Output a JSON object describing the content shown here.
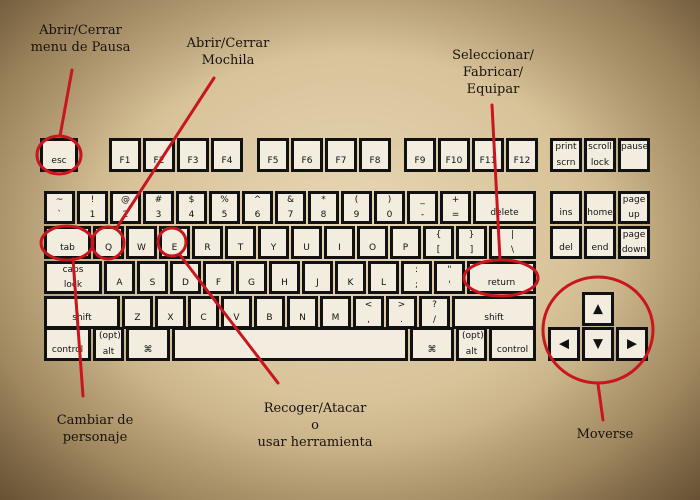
{
  "callouts": {
    "pause": {
      "line1": "Abrir/Cerrar",
      "line2": "menu de Pausa"
    },
    "backpack": {
      "line1": "Abrir/Cerrar",
      "line2": "Mochila"
    },
    "select": {
      "line1": "Seleccionar/",
      "line2": "Fabricar/",
      "line3": "Equipar"
    },
    "switch": {
      "line1": "Cambiar de",
      "line2": "personaje"
    },
    "pickup": {
      "line1": "Recoger/Atacar",
      "line2": "o",
      "line3": "usar herramienta"
    },
    "move": {
      "line1": "Moverse"
    }
  },
  "keys": {
    "esc": "esc",
    "f1": "F1",
    "f2": "F2",
    "f3": "F3",
    "f4": "F4",
    "f5": "F5",
    "f6": "F6",
    "f7": "F7",
    "f8": "F8",
    "f9": "F9",
    "f10": "F10",
    "f11": "F11",
    "f12": "F12",
    "print_top": "print",
    "print_bottom": "scrn",
    "scroll_top": "scroll",
    "scroll_bottom": "lock",
    "pause": "pause",
    "backtick_top": "~",
    "backtick_bottom": "`",
    "n1_top": "!",
    "n1_bottom": "1",
    "n2_top": "@",
    "n2_bottom": "2",
    "n3_top": "#",
    "n3_bottom": "3",
    "n4_top": "$",
    "n4_bottom": "4",
    "n5_top": "%",
    "n5_bottom": "5",
    "n6_top": "^",
    "n6_bottom": "6",
    "n7_top": "&",
    "n7_bottom": "7",
    "n8_top": "*",
    "n8_bottom": "8",
    "n9_top": "(",
    "n9_bottom": "9",
    "n0_top": ")",
    "n0_bottom": "0",
    "minus_top": "_",
    "minus_bottom": "-",
    "equal_top": "+",
    "equal_bottom": "=",
    "delete": "delete",
    "ins": "ins",
    "home": "home",
    "pageup_top": "page",
    "pageup_bottom": "up",
    "tab": "tab",
    "q": "Q",
    "w": "W",
    "e": "E",
    "r": "R",
    "t": "T",
    "y": "Y",
    "u": "U",
    "i": "I",
    "o": "O",
    "p": "P",
    "lbracket_top": "{",
    "lbracket_bottom": "[",
    "rbracket_top": "}",
    "rbracket_bottom": "]",
    "backslash_top": "|",
    "backslash_bottom": "\\",
    "del": "del",
    "end": "end",
    "pagedown_top": "page",
    "pagedown_bottom": "down",
    "caps_top": "caps",
    "caps_bottom": "lock",
    "a": "A",
    "s": "S",
    "d": "D",
    "f": "F",
    "g": "G",
    "h": "H",
    "j": "J",
    "k": "K",
    "l": "L",
    "semicolon_top": ":",
    "semicolon_bottom": ";",
    "quote_top": "\"",
    "quote_bottom": "'",
    "return": "return",
    "shift_left": "shift",
    "z": "Z",
    "x": "X",
    "c": "C",
    "v": "V",
    "b": "B",
    "n": "N",
    "m": "M",
    "comma_top": "<",
    "comma_bottom": ",",
    "period_top": ">",
    "period_bottom": ".",
    "slash_top": "?",
    "slash_bottom": "/",
    "shift_right": "shift",
    "control_left": "control",
    "opt_left_top": "(opt)",
    "opt_left_bottom": "alt",
    "cmd_left": "⌘",
    "cmd_right": "⌘",
    "opt_right_top": "(opt)",
    "opt_right_bottom": "alt",
    "control_right": "control",
    "arrow_up": "▲",
    "arrow_left": "◀",
    "arrow_down": "▼",
    "arrow_right": "▶"
  },
  "colors": {
    "highlight": "#c8161c",
    "key_border": "#111111",
    "key_fill": "#f3eddf"
  }
}
